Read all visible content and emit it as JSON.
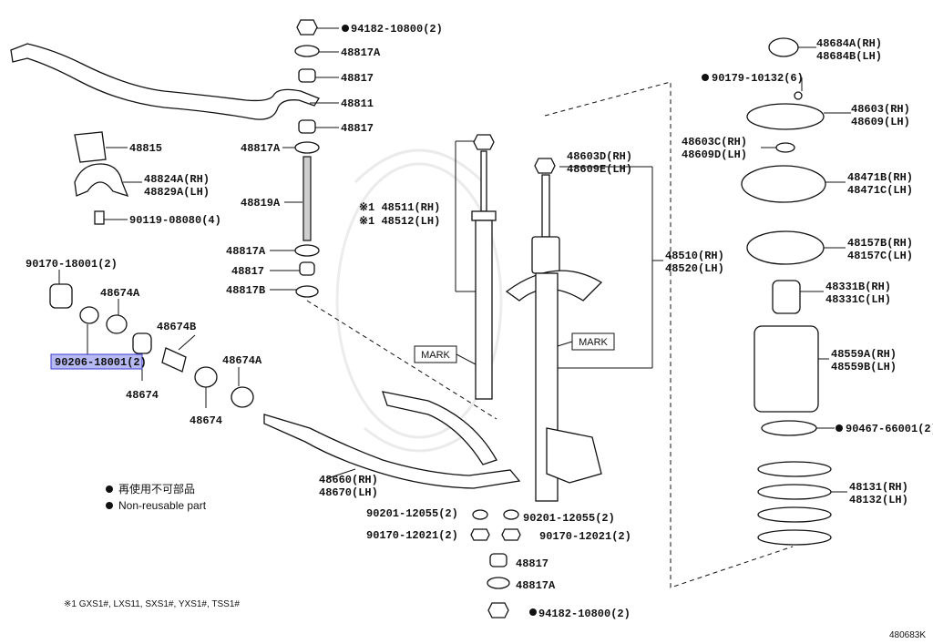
{
  "diagram": {
    "part_labels": {
      "p94182_top": "94182-10800(2)",
      "p48817A_top": "48817A",
      "p48817_top": "48817",
      "p48811": "48811",
      "p48817_b": "48817",
      "p48815": "48815",
      "p48817A_mid": "48817A",
      "p48824A": "48824A(RH)",
      "p48829A": "48829A(LH)",
      "p90119": "90119-08080(4)",
      "p48819A": "48819A",
      "p48817A_low": "48817A",
      "p48817_low": "48817",
      "p48817B": "48817B",
      "p90170_left": "90170-18001(2)",
      "p48674A_1": "48674A",
      "p48674B": "48674B",
      "p48674A_2": "48674A",
      "p90206": "90206-18001(2)",
      "p48674_1": "48674",
      "p48674_2": "48674",
      "p48511": "※1 48511(RH)",
      "p48512": "※1 48512(LH)",
      "p48603D": "48603D(RH)",
      "p48609E": "48609E(LH)",
      "p48510": "48510(RH)",
      "p48520": "48520(LH)",
      "mark_left": "MARK",
      "mark_right": "MARK",
      "p48660": "48660(RH)",
      "p48670": "48670(LH)",
      "p90201_l": "90201-12055(2)",
      "p90201_r": "90201-12055(2)",
      "p90170_l": "90170-12021(2)",
      "p90170_r": "90170-12021(2)",
      "p48817_bot": "48817",
      "p48817A_bot": "48817A",
      "p94182_bot": "94182-10800(2)",
      "p48684A": "48684A(RH)",
      "p48684B": "48684B(LH)",
      "p90179": "90179-10132(6)",
      "p48603": "48603(RH)",
      "p48609": "48609(LH)",
      "p48603C": "48603C(RH)",
      "p48609D": "48609D(LH)",
      "p48471B": "48471B(RH)",
      "p48471C": "48471C(LH)",
      "p48157B": "48157B(RH)",
      "p48157C": "48157C(LH)",
      "p48331B": "48331B(RH)",
      "p48331C": "48331C(LH)",
      "p48559A": "48559A(RH)",
      "p48559B": "48559B(LH)",
      "p90467": "90467-66001(2)",
      "p48131": "48131(RH)",
      "p48132": "48132(LH)"
    },
    "legend": {
      "jp": "再使用不可部品",
      "en": "Non-reusable part"
    },
    "footnote": "※1  GXS1#, LXS11, SXS1#, YXS1#, TSS1#",
    "diagram_code": "480683K",
    "highlight_color": "#b7b9f3"
  }
}
